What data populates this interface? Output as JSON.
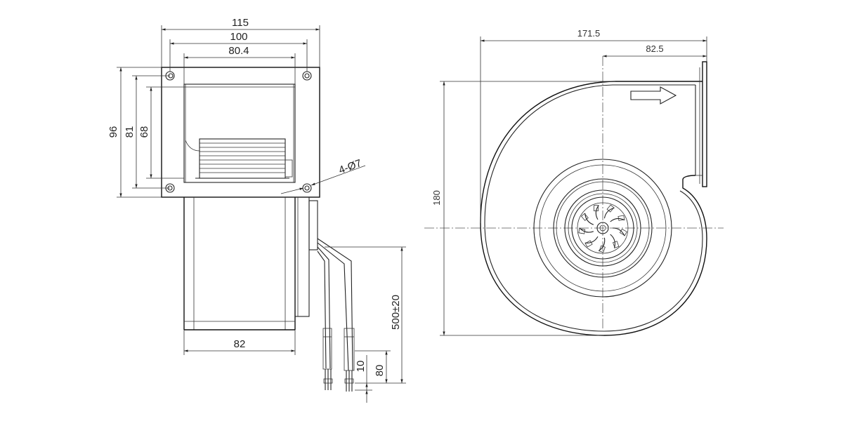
{
  "front_view": {
    "dims": {
      "width_115": "115",
      "width_100": "100",
      "width_80_4": "80.4",
      "height_96": "96",
      "height_81": "81",
      "height_68": "68",
      "holes": "4-Ø7",
      "body_82": "82",
      "cable_length": "500±20",
      "strip_10": "10",
      "strip_80": "80"
    }
  },
  "side_view": {
    "dims": {
      "total_171_5": "171.5",
      "outlet_82_5": "82.5",
      "height_180": "180"
    }
  }
}
